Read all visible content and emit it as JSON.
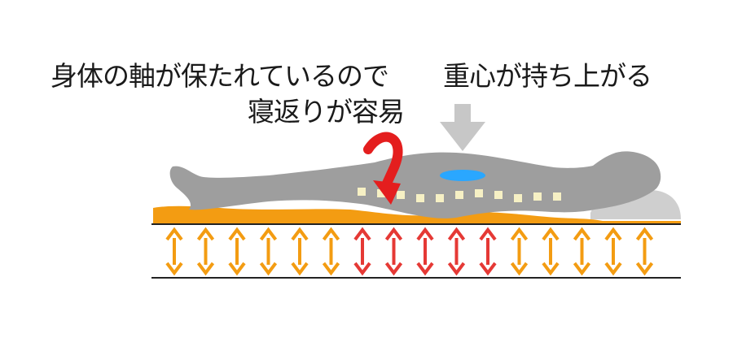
{
  "labels": {
    "axis_line1": "身体の軸が保たれているので",
    "axis_line2": "寝返りが容易",
    "gravity": "重心が持ち上がる"
  },
  "colors": {
    "body_gray": "#9e9e9e",
    "mattress_orange": "#f39c12",
    "arrow_orange": "#f39c12",
    "arrow_red": "#e53935",
    "turn_arrow_red": "#e41e1e",
    "spine_dot": "#f6f0c4",
    "center_glow": "#2aa7ff",
    "down_arrow_gray": "#c7c7c7",
    "pillow_gray": "#cfcfcf",
    "line_black": "#222222"
  },
  "pressure_arrows": [
    "orange",
    "orange",
    "orange",
    "orange",
    "orange",
    "orange",
    "red",
    "red",
    "red",
    "red",
    "red",
    "orange",
    "orange",
    "orange",
    "orange",
    "orange"
  ]
}
